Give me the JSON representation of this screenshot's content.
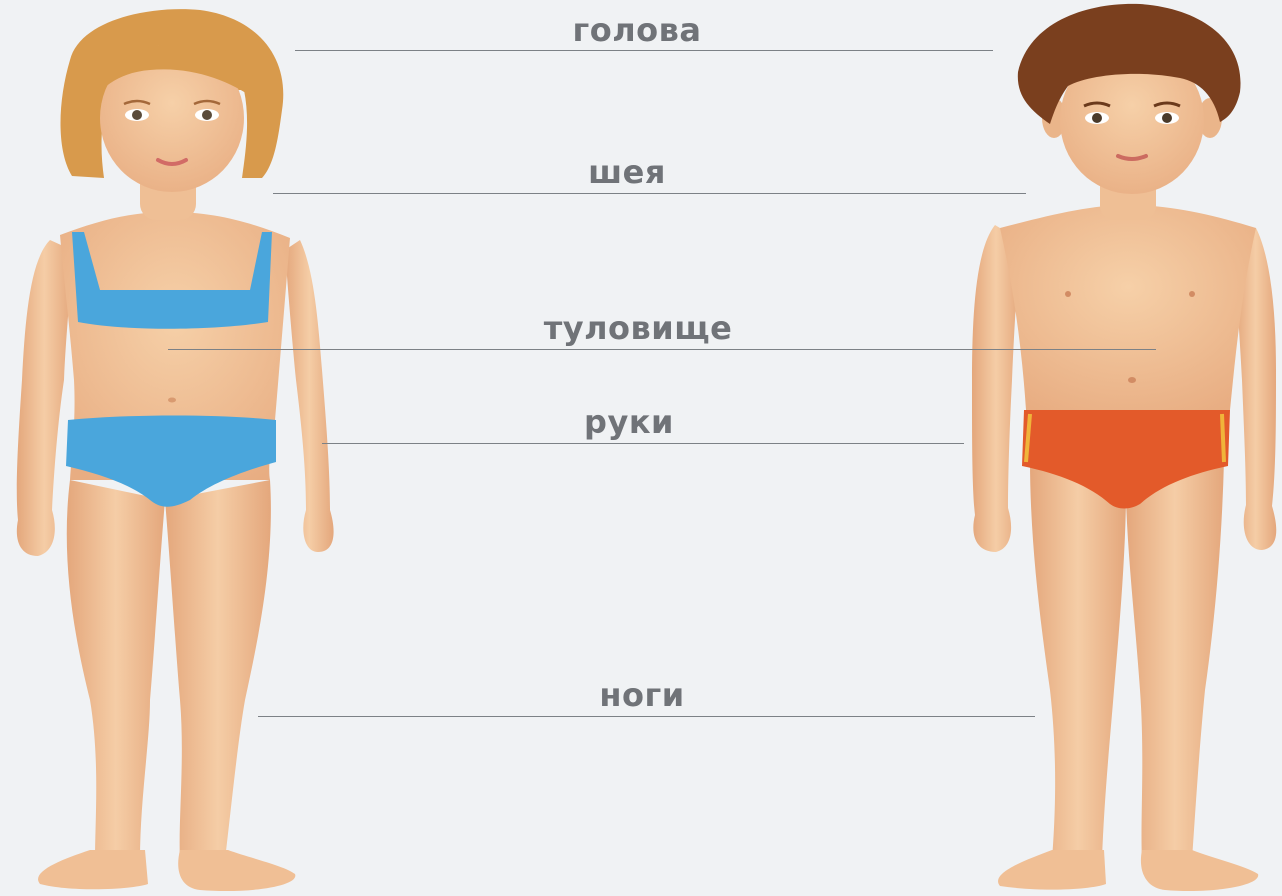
{
  "labels": {
    "head": "голова",
    "neck": "шея",
    "torso": "туловище",
    "arms": "руки",
    "legs": "ноги"
  },
  "colors": {
    "background": "#f0f2f4",
    "skin": "#f3c49a",
    "skin_shadow": "#e2a077",
    "girl_hair": "#d89a4c",
    "boy_hair": "#7a3f1e",
    "girl_swimsuit": "#4aa6dc",
    "boy_trunks": "#e35a2a",
    "label_text": "#707378",
    "leader_line": "#7c8186"
  },
  "figures": {
    "left": "girl-figure",
    "right": "boy-figure"
  }
}
